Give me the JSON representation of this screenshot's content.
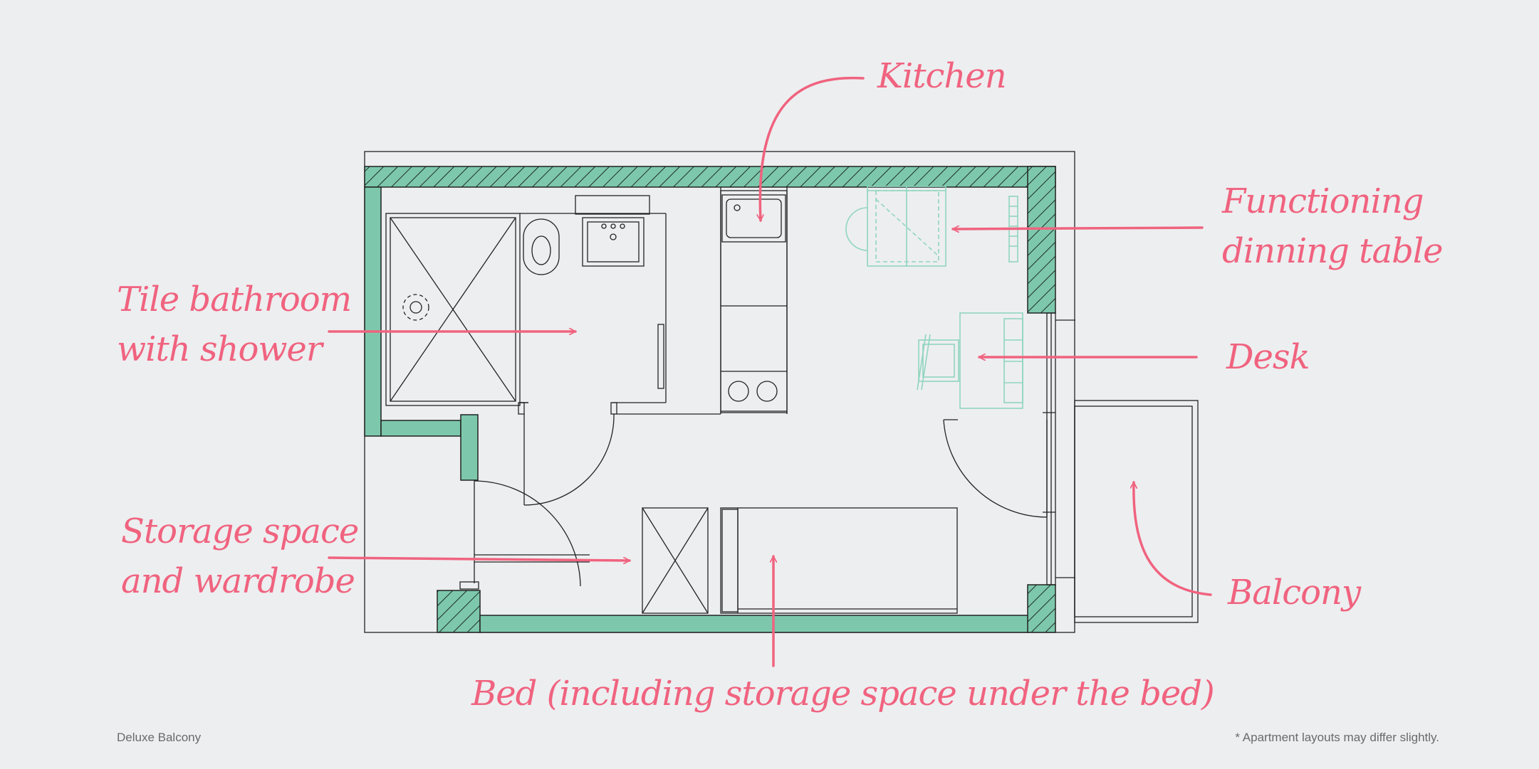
{
  "labels": {
    "kitchen": "Kitchen",
    "dining": [
      "Functioning",
      "dinning table"
    ],
    "bathroom": [
      "Tile bathroom",
      "with shower"
    ],
    "desk": "Desk",
    "storage": [
      "Storage space",
      "and wardrobe"
    ],
    "balcony": "Balcony",
    "bed": "Bed (including storage space under the bed)"
  },
  "footer": {
    "left": "Deluxe Balcony",
    "right": "* Apartment layouts may differ slightly."
  },
  "colors": {
    "background": "#edeef0",
    "wall_fill": "#7dc8ac",
    "annotation": "#f0637f",
    "furniture_highlight": "#8fd6bd",
    "line": "#222222"
  }
}
